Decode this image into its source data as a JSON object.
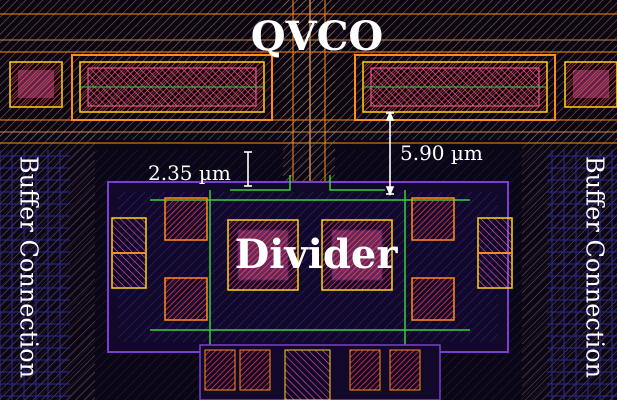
{
  "labels": {
    "top": "QVCO",
    "center": "Divider",
    "left_side": "Buffer Connection",
    "right_side": "Buffer Connection"
  },
  "dimensions": {
    "vertical_gap": "5.90 µm",
    "horizontal_gap": "2.35 µm"
  },
  "colors": {
    "background": "#0a0614",
    "metal1_blue": "#3b3bd6",
    "metal2_purple": "#7a3fd1",
    "poly_red": "#ff3a3a",
    "diffusion_pink": "#ff5fa8",
    "active_orange": "#ff8c1a",
    "contact_yellow": "#ffd21a",
    "via_green": "#36d13a",
    "guard_tan": "#c08a55",
    "label_white": "#ffffff"
  }
}
